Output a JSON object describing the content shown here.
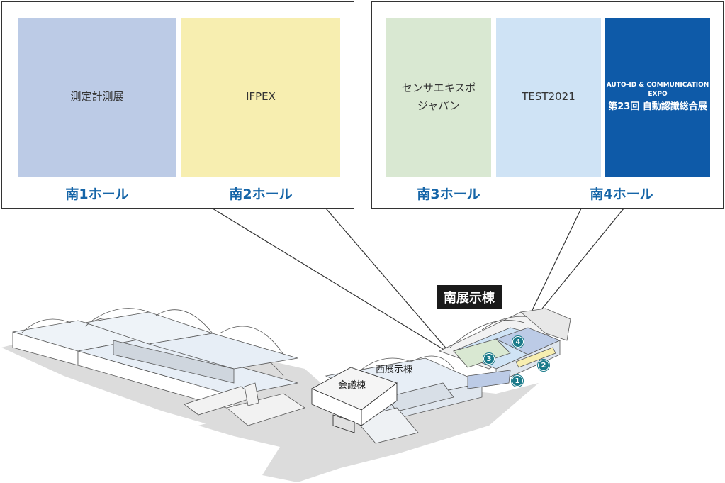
{
  "left_callout": {
    "halls": [
      {
        "name": "測定計測展",
        "label": "南1ホール",
        "color": "#bccbe6"
      },
      {
        "name": "IFPEX",
        "label": "南2ホール",
        "color": "#f7eeb0"
      }
    ]
  },
  "right_callout": {
    "halls": [
      {
        "name": "センサエキスポ\nジャパン",
        "label": "南3ホール",
        "color": "#d9e8d2"
      },
      {
        "name": "TEST2021",
        "label": "南4ホール",
        "color": "#cfe3f5"
      }
    ],
    "expo": {
      "line1": "AUTO-ID & COMMUNICATION EXPO",
      "line2": "第23回 自動認識総合展",
      "color": "#0e5aa8"
    }
  },
  "map": {
    "south_building": "南展示棟",
    "west_building": "西展示棟",
    "conference": "会議棟",
    "markers": [
      "1",
      "2",
      "3",
      "4"
    ]
  }
}
